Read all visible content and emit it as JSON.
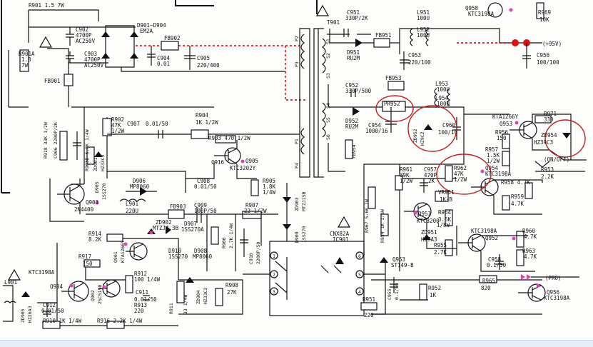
{
  "labels": {
    "t901": "T901",
    "r901": "R901 1.5 7W",
    "c902": "C902",
    "c902v": "4700P",
    "c902r": "AC250V",
    "c903": "C903",
    "c903v": "4700P",
    "c903r": "AC250V",
    "d901": "D901~D904",
    "d901v": "EM2A",
    "fb902": "FB902",
    "c904": "C904",
    "c904v": "0.01",
    "c905": "C905",
    "c905v": "220/400",
    "r901a": "R901A",
    "r901av": "1.8",
    "r901aw": "7W",
    "fb901": "FB901",
    "r902": "R902",
    "r902v": "47K",
    "r902w": "1/2W",
    "c907": "C907",
    "c907v": "0.01/50",
    "r904": "R904",
    "r904v": "1K 1/2W",
    "r903": "R903 470 1/2W",
    "r918": "R918 33K 1/2W",
    "c906": "C906 2200P/2K",
    "r903b": "R903B 6.8K 1/4W",
    "zd901": "ZD901",
    "zd901v": "HZ33C3",
    "q905": "Q905",
    "q905v": "KTC3202Y",
    "c916": "C916",
    "d905": "D905",
    "d905v": "1SS270",
    "q903": "Q903",
    "q903v": "2N4400",
    "d906": "D906",
    "d906v": "MP8060",
    "l901": "L901",
    "l901v": "220U",
    "c908": "C908",
    "c908v": "0.01/50",
    "r905": "R905",
    "r905v": "1.8K",
    "r905w": "1/4W",
    "fb903": "FB903",
    "c909": "C909",
    "c909v": "100P/50",
    "r907": "R907",
    "r907v": "22 1/2W",
    "d907": "D907",
    "d907v": "1SS270A",
    "zd903": "ZD903",
    "zd903v": "MTZJ15B",
    "d909": "D909",
    "d909v": "1SS270",
    "r914": "R914",
    "r914v": "8.2K",
    "zd902": "ZD902",
    "zd902v": "MTZJ4.3B",
    "q901": "Q901",
    "q901v": "KTA1266Y",
    "d910": "D910",
    "d910v": "1SS270",
    "d908": "D908",
    "d908v": "MP8060",
    "r906": "R906",
    "r906v": "2.7K 1/4W",
    "c910": "C910",
    "c910v": "2200P/50",
    "ic901": "IC901",
    "ic901v": "CNX82A",
    "r917": "R917",
    "r917v": "150",
    "q904": "KTC3198A",
    "q904l": "Q904",
    "q902": "Q902",
    "q902v": "2SC5198",
    "r912": "R912",
    "r912v": "100 1/4W",
    "r913": "R913",
    "r913v": "220",
    "c911": "C911",
    "c911v": "0.01/50",
    "r911": "R911",
    "r911v": "33 1/4W",
    "zd904": "ZD904",
    "zd904v": "HZ33C2",
    "r908": "R908",
    "r908v": "27K",
    "c912": "C912",
    "c912v": "0.01/50",
    "zd905": "ZD905",
    "zd905v": "HZ26A3",
    "r910": "R910 1K 1/4W",
    "r916": "R916 2.2K 1/4W",
    "l901b": "L901",
    "c951": "C951",
    "c951v": "330P/2K",
    "fb951": "FB951",
    "l951": "L951",
    "l951v": "100U",
    "l952": "L952",
    "l952v": "100U",
    "d951": "D951",
    "d951v": "RU2M",
    "c953": "C953",
    "c953v": "220/100",
    "fb953": "FB953",
    "c952": "C952",
    "c952v": "330P/500",
    "pr952": "PR952",
    "l953": "L953",
    "l953v": "100U",
    "l954": "L954",
    "l954v": "100U",
    "d952": "D952",
    "d952v": "RU2M",
    "c954": "C954",
    "c954v": "1000/16",
    "zd952": "ZD952",
    "zd952v": "HZ9C2",
    "c960": "C960",
    "c960v": "100/16",
    "fb954": "FB954",
    "q958": "Q958",
    "q958v": "KTC3198A",
    "r969": "R969",
    "r969v": "10K",
    "plus95": "(+95V)",
    "c956": "C956",
    "c956v": "100/100",
    "kta1266": "KTA1266Y",
    "q953": "Q953",
    "r971": "R971",
    "r971v": "330",
    "r956": "R956",
    "r956v": "150",
    "zd954": "ZD954",
    "zd954v": "HZ39C3",
    "r957": "R957",
    "r957v": "1.5K",
    "r957w": "1/2W",
    "onoff": "(ON/OFF)",
    "r953": "R953",
    "r953v": "2.2K",
    "r961": "R961",
    "r961v": "39K",
    "r961w": "1/2W",
    "c957": "C957",
    "c957v": "470P",
    "c957w": "2K",
    "r962": "R962",
    "r962v": "47K",
    "r962w": "1/2W",
    "q954": "Q954",
    "q954v": "KTC3198A",
    "r958": "R958 4.7K",
    "r959": "R959",
    "r959v": "4.7K",
    "vr951": "VR951",
    "vr951v": "1K-B",
    "q951": "Q951",
    "q951v": "KTC3200",
    "r964": "R964",
    "r964v": "3.6K",
    "r964w": "1/8W",
    "zd951": "ZD951",
    "zd951v": "HZ7A3",
    "r954": "R954 1K 1/8W",
    "r967": "R967 5.6K 1W",
    "r955": "R955",
    "r955v": "2.7K",
    "q955": "KTC3198A",
    "q955l": "Q952",
    "r960": "R960",
    "r960v": "4.7K",
    "r963": "R963",
    "r963v": "4.7K",
    "c958": "C958",
    "c958v": "0.1/50",
    "q953b": "Q953",
    "q953bv": "ST149-B",
    "c955": "C955",
    "c955v": "0.1/50",
    "r952": "R952",
    "r952v": "1K",
    "r951": "R951",
    "r951v": "220",
    "r965": "R965",
    "r965v": "820",
    "pro": "(PRO)",
    "q956": "Q956",
    "q956v": "KTC3198A",
    "pin_p1": "P1",
    "pin_p2": "P2",
    "pin_p3": "P3",
    "pin_p4": "P4",
    "pin_s1": "S1",
    "pin_s2": "S2",
    "pin_s3": "S3",
    "pin_s4": "S4",
    "pin_s5": "S5",
    "pin_s6": "S6",
    "ic_1": "1",
    "ic_2": "2",
    "ic_3": "3",
    "ic_4": "4",
    "ic_5": "5",
    "ic_6": "6"
  },
  "colors": {
    "wire": "#111111",
    "dashed_rail": "#bb0000",
    "marker_pink": "#e040b0",
    "marker_red": "#e01010",
    "highlight_circle": "#c02020"
  }
}
